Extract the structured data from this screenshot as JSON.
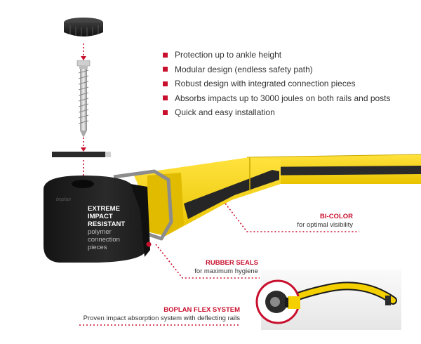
{
  "features": [
    "Protection up to ankle height",
    "Modular design (endless safety path)",
    "Robust design with integrated connection pieces",
    "Absorbs impacts up to 3000 joules on both rails and posts",
    "Quick and easy installation"
  ],
  "post_label": {
    "line1": "EXTREME",
    "line2": "IMPACT",
    "line3": "RESISTANT",
    "line4": "polymer",
    "line5": "connection",
    "line6": "pieces"
  },
  "post_brand": "boplan",
  "callouts": {
    "bicolor": {
      "title": "BI-COLOR",
      "subtitle": "for optimal visibility"
    },
    "rubber": {
      "title": "RUBBER SEALS",
      "subtitle": "for maximum hygiene"
    },
    "flex": {
      "title": "BOPLAN FLEX SYSTEM",
      "subtitle": "Proven impact absorption system with deflecting rails"
    }
  },
  "colors": {
    "accent": "#c8102e",
    "rail_yellow": "#f5d000",
    "post_black": "#1e1e1e",
    "text": "#333333"
  }
}
